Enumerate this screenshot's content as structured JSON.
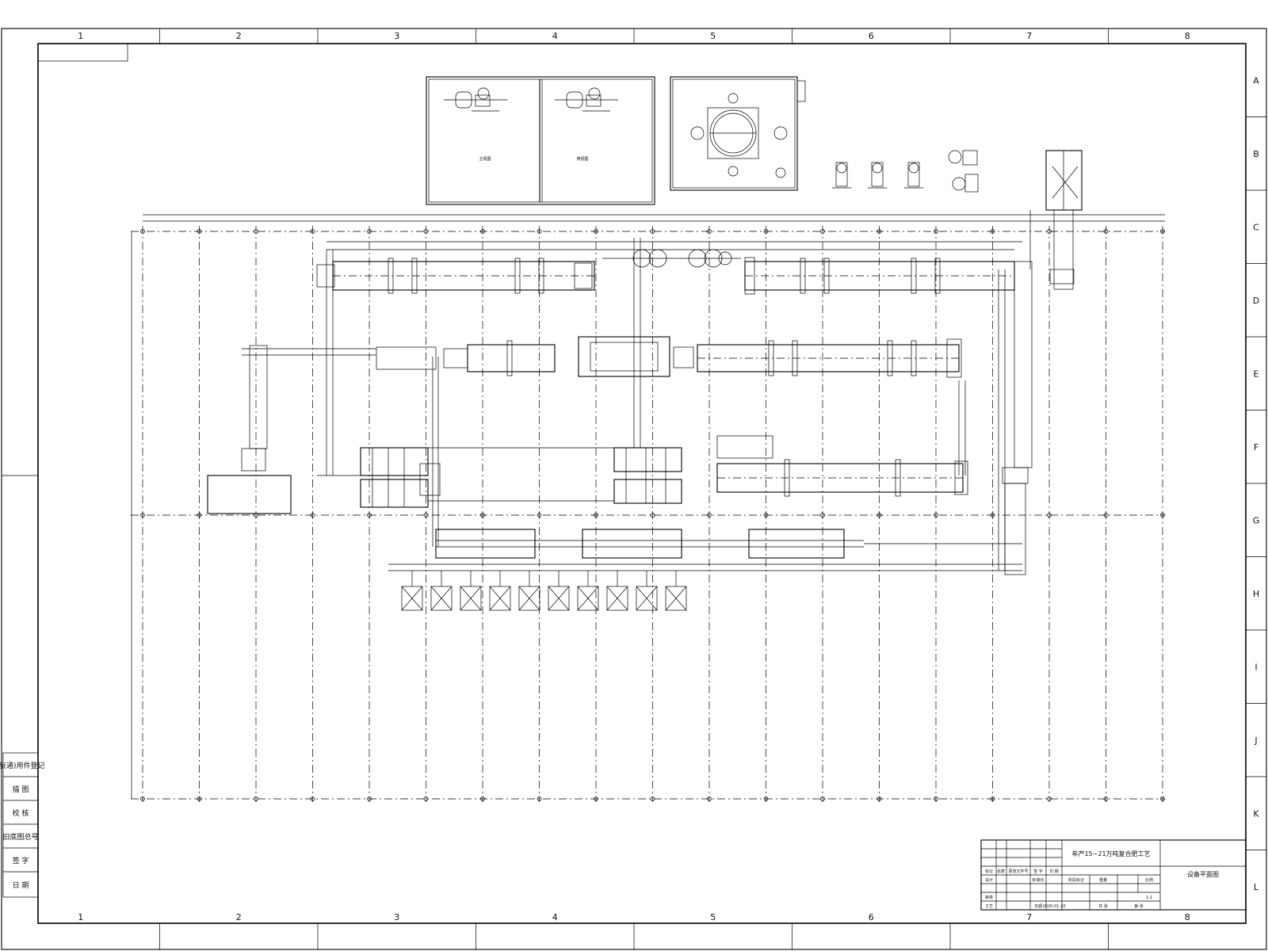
{
  "sheet": {
    "zone_columns": [
      "1",
      "2",
      "3",
      "4",
      "5",
      "6",
      "7",
      "8"
    ],
    "zone_rows": [
      "A",
      "B",
      "C",
      "D",
      "E",
      "F",
      "G",
      "H",
      "I",
      "J",
      "K",
      "L"
    ]
  },
  "side_panel": [
    "借(通)用件登记",
    "描 图",
    "校 核",
    "旧底图总号",
    "签 字",
    "日 期"
  ],
  "title_block": {
    "project_name": "年产15~21万吨复合肥工艺",
    "drawing_name": "设备平面图",
    "scale": "1:1",
    "date": "2020-01-20",
    "labels": {
      "mark": "标记",
      "count": "处数",
      "change_doc": "更改文件号",
      "signature": "签 字",
      "date": "日 期",
      "design": "设计",
      "standardize": "标准化",
      "review": "审核",
      "process": "工艺",
      "date2": "日期",
      "stage_mark": "阶段标记",
      "weight": "重量",
      "ratio": "比例",
      "total_sheets": "共 张",
      "sheet_no": "第 张"
    }
  },
  "detail_views": {
    "view1_label": "主视图",
    "view2_label": "俯视图"
  },
  "colors": {
    "line": "#000000",
    "background": "#ffffff"
  }
}
